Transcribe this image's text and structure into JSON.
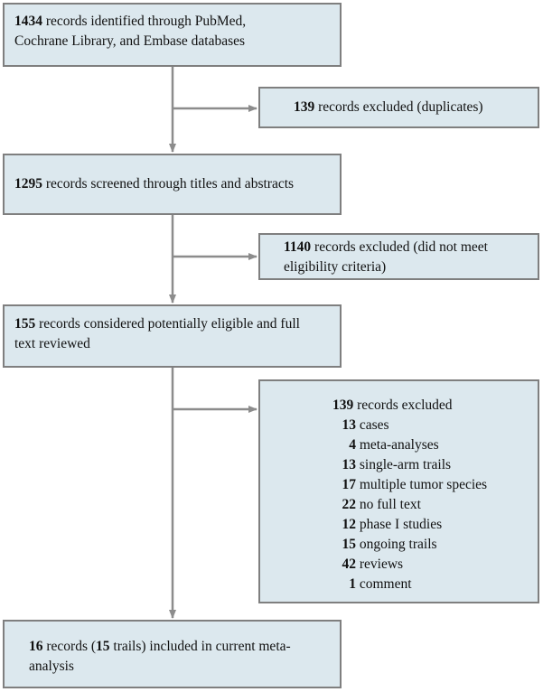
{
  "identified": {
    "count": "1434",
    "line1": " records identified through PubMed,",
    "line2": "Cochrane Library, and Embase databases"
  },
  "excluded_duplicates": {
    "count": "139",
    "text": " records excluded (duplicates)"
  },
  "screened": {
    "count": "1295",
    "text": " records screened through titles and abstracts"
  },
  "excluded_screening": {
    "count": "1140",
    "line1": " records excluded (did not meet",
    "line2": "eligibility criteria)"
  },
  "full_text": {
    "count": "155",
    "line1": " records considered potentially eligible and full",
    "line2": "text reviewed"
  },
  "excluded_full_text": {
    "count": "139",
    "text": " records excluded",
    "reasons": [
      {
        "count": "13",
        "label": "cases"
      },
      {
        "count": "4",
        "label": "meta-analyses"
      },
      {
        "count": "13",
        "label": "single-arm trails"
      },
      {
        "count": "17",
        "label": "multiple tumor species"
      },
      {
        "count": "22",
        "label": "no full text"
      },
      {
        "count": "12",
        "label": "phase I studies"
      },
      {
        "count": "15",
        "label": "ongoing trails"
      },
      {
        "count": "42",
        "label": "reviews"
      },
      {
        "count": "1",
        "label": "comment"
      }
    ]
  },
  "included": {
    "count": "16",
    "mid": " records (",
    "trials": "15",
    "line1": " trails) included in current meta-",
    "line2": "analysis"
  },
  "colors": {
    "box_fill": "#dce8ee",
    "border": "#7f7f7f",
    "arrow": "#8c8c8c"
  }
}
